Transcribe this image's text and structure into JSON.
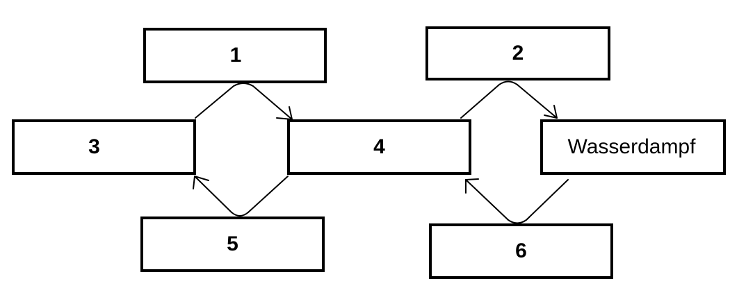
{
  "diagram": {
    "boxes": {
      "one": "1",
      "two": "2",
      "three": "3",
      "four": "4",
      "water_vapor": "Wasserdampf",
      "five": "5",
      "six": "6"
    },
    "connections": [
      {
        "from": "3",
        "to": "4",
        "via": "1"
      },
      {
        "from": "4",
        "to": "3",
        "via": "5"
      },
      {
        "from": "4",
        "to": "Wasserdampf",
        "via": "2"
      },
      {
        "from": "Wasserdampf",
        "to": "4",
        "via": "6"
      }
    ]
  }
}
